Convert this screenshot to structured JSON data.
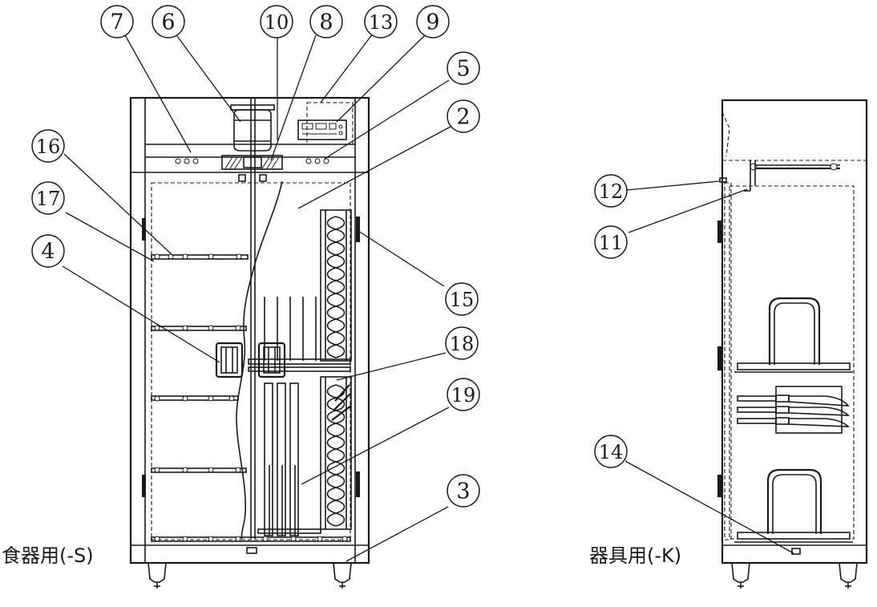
{
  "captions": {
    "left_view": "食器用(-S)",
    "right_view": "器具用(-K)"
  },
  "callouts": [
    "7",
    "6",
    "10",
    "8",
    "13",
    "9",
    "5",
    "2",
    "16",
    "17",
    "4",
    "15",
    "18",
    "19",
    "3",
    "12",
    "11",
    "14"
  ]
}
